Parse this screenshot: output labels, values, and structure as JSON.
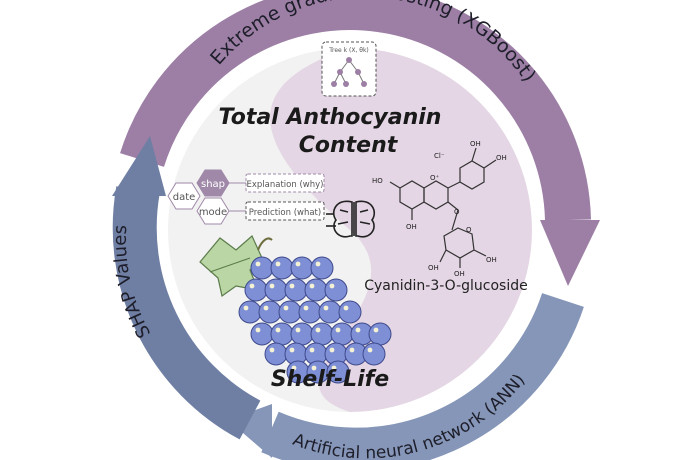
{
  "cycle": {
    "top_arc_label": "Extreme gradient boosting (XGBoost)",
    "bottom_arc_label": "Artificial neural network (ANN)",
    "left_arc_label": "SHAP Values"
  },
  "center": {
    "title_line1": "Total Anthocyanin",
    "title_line2": "Content",
    "tree_label": "Tree k (X, θk)",
    "shelf_life": "Shelf-Life",
    "molecule_name": "Cyanidin-3-O-glucoside",
    "chloride": "Cl⁻"
  },
  "model_flow": {
    "input": "date",
    "shap": "shap",
    "model": "mode",
    "explanation": "Explanation (why)",
    "prediction": "Prediction (what)"
  },
  "molecule_labels": {
    "oh": "OH",
    "o_plus": "O⁺",
    "o": "O",
    "ho": "HO"
  },
  "colors": {
    "purple_arc": "#9d7fa6",
    "blue_arc": "#6f85a8",
    "lavender_bg": "#e4d6e4",
    "grape": "#7f8fd6",
    "leaf": "#b9d6a4"
  }
}
